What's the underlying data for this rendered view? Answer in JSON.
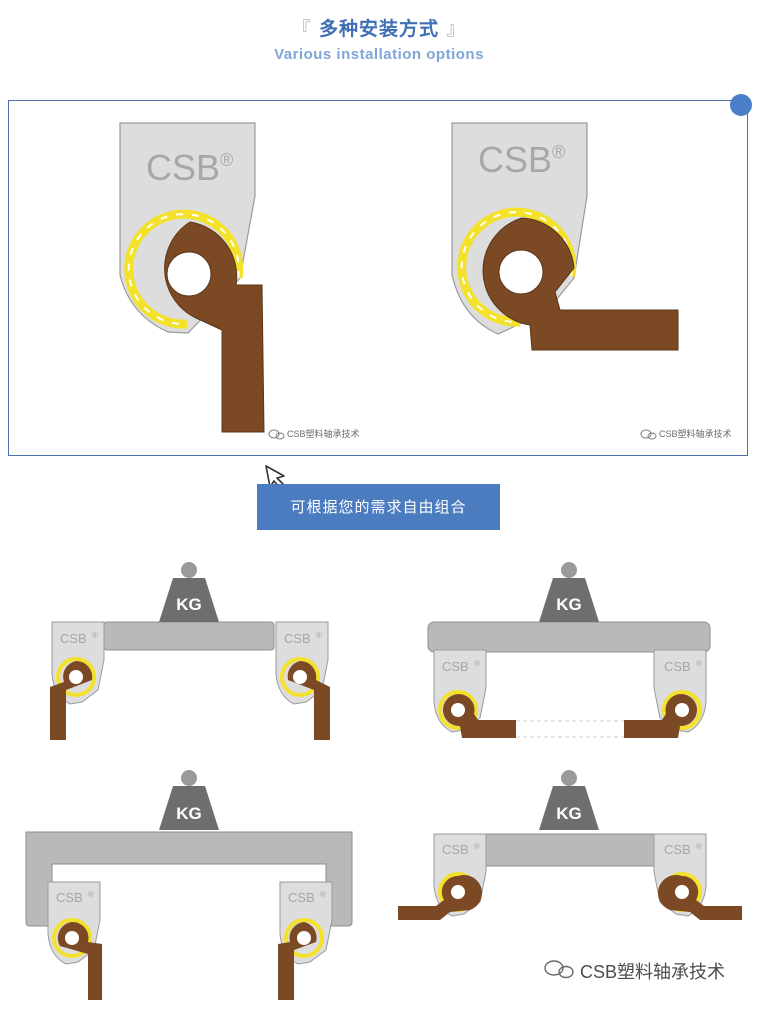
{
  "header": {
    "title_cn": "多种安装方式",
    "title_en": "Various installation options",
    "bracket_open": "『",
    "bracket_close": "』"
  },
  "top_panel": {
    "brand_left": "CSB",
    "brand_right": "CSB",
    "registered": "®",
    "watermark_left": "CSB塑料轴承技术",
    "watermark_right": "CSB塑料轴承技术"
  },
  "cta": {
    "label": "可根据您的需求自由组合"
  },
  "combos": {
    "weight_label": "KG",
    "brand": "CSB",
    "registered": "®"
  },
  "footer": {
    "watermark": "CSB塑料轴承技术"
  },
  "colors": {
    "accent_blue": "#4a7cbf",
    "housing_gray": "#dcdcdc",
    "bar_gray": "#b9b9b9",
    "weight_gray": "#6f6f6f",
    "bronze": "#7b4a24",
    "liner_yellow": "#f3e12a"
  }
}
